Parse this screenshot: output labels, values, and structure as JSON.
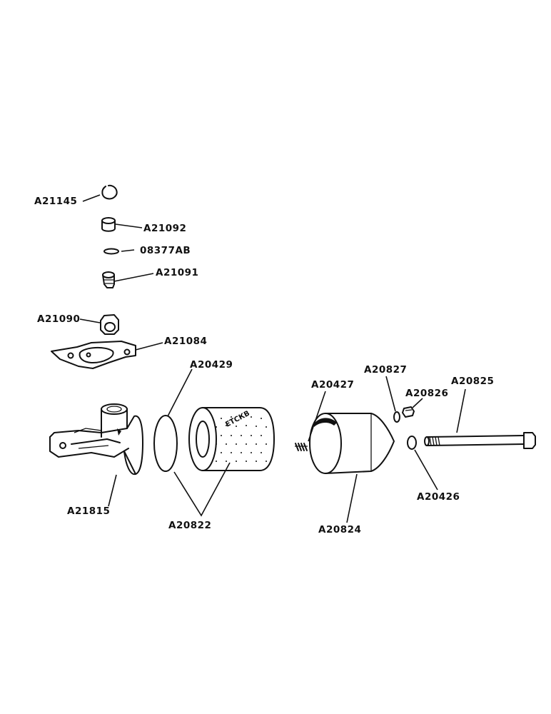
{
  "parts": [
    {
      "key": "a21145",
      "label": "A21145"
    },
    {
      "key": "a21092",
      "label": "A21092"
    },
    {
      "key": "p08377ab",
      "label": "08377AB"
    },
    {
      "key": "a21091",
      "label": "A21091"
    },
    {
      "key": "a21090",
      "label": "A21090"
    },
    {
      "key": "a21084",
      "label": "A21084"
    },
    {
      "key": "a20429",
      "label": "A20429"
    },
    {
      "key": "a20427",
      "label": "A20427"
    },
    {
      "key": "a20827",
      "label": "A20827"
    },
    {
      "key": "a20826",
      "label": "A20826"
    },
    {
      "key": "a20825",
      "label": "A20825"
    },
    {
      "key": "a21815",
      "label": "A21815"
    },
    {
      "key": "a20822",
      "label": "A20822"
    },
    {
      "key": "a20426",
      "label": "A20426"
    },
    {
      "key": "a20824",
      "label": "A20824"
    }
  ],
  "element_text": {
    "filter_stamp": "ЕТСКВ"
  }
}
